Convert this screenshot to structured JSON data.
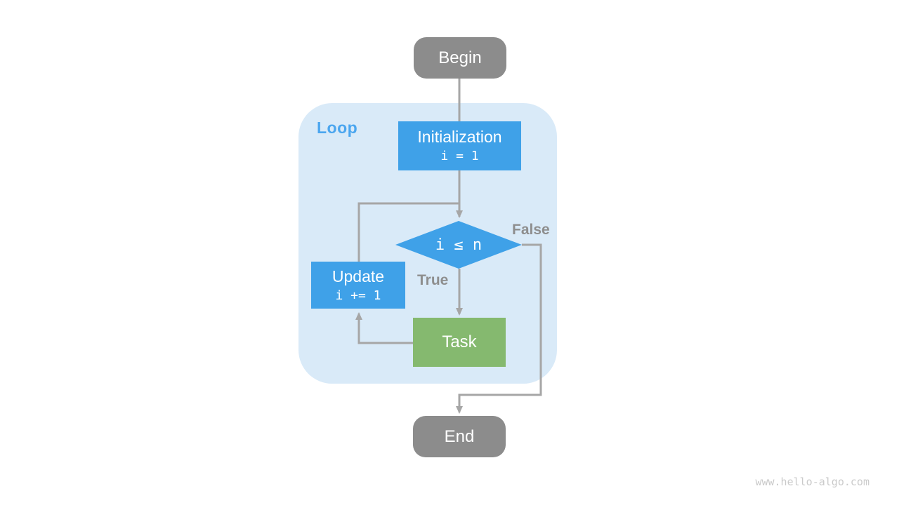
{
  "diagram": {
    "nodes": {
      "begin": {
        "label": "Begin"
      },
      "initialization": {
        "label": "Initialization",
        "code": "i = 1"
      },
      "condition": {
        "label": "i ≤ n"
      },
      "task": {
        "label": "Task"
      },
      "update": {
        "label": "Update",
        "code": "i += 1"
      },
      "end": {
        "label": "End"
      }
    },
    "loop_container": {
      "label": "Loop"
    },
    "edge_labels": {
      "true": "True",
      "false": "False"
    },
    "watermark": "www.hello-algo.com"
  },
  "colors": {
    "blue": "#3fa1e8",
    "green": "#85b96f",
    "gray": "#8c8c8c",
    "panel": "#d9eaf8",
    "line": "#a6a6a6",
    "label": "#8e8e8e",
    "loop-label": "#4ba6ef",
    "watermark": "#cacaca"
  }
}
